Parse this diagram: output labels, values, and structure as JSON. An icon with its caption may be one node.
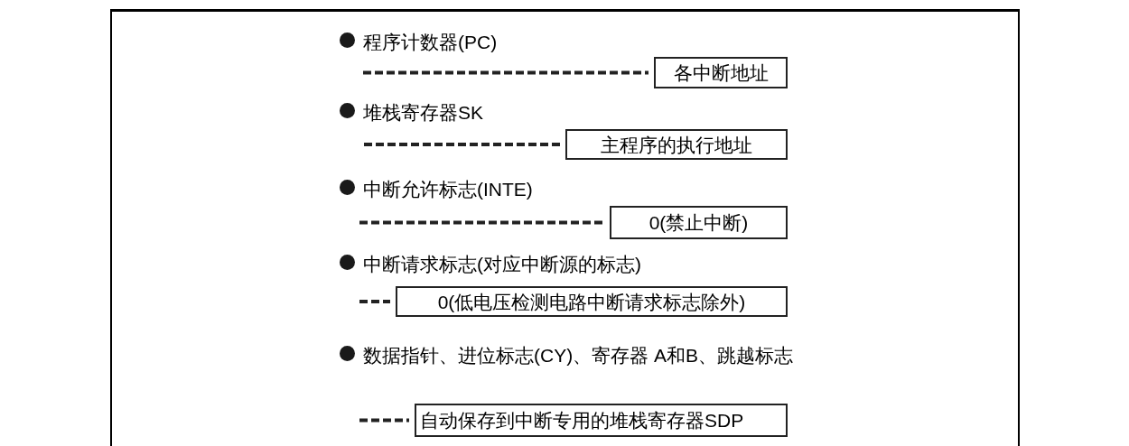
{
  "diagram": {
    "nodes": [
      {
        "text": [
          "各中断地址"
        ]
      },
      {
        "text": [
          "主程序的执行地址"
        ]
      },
      {
        "text": [
          "0(禁止中断)"
        ]
      },
      {
        "text": [
          "0(低电压检测电路中断请求标志除外)"
        ]
      },
      {
        "text": [
          "自动保存到中断专用的堆栈寄存器SDP"
        ]
      }
    ],
    "edges": [
      {
        "from": null,
        "to": 0,
        "arrow": "none",
        "style": "dashed"
      },
      {
        "from": null,
        "to": 1,
        "arrow": "none",
        "style": "dashed"
      },
      {
        "from": null,
        "to": 2,
        "arrow": "none",
        "style": "dashed"
      },
      {
        "from": null,
        "to": 3,
        "arrow": "none",
        "style": "dashed"
      },
      {
        "from": null,
        "to": 4,
        "arrow": "none",
        "style": "dashed"
      }
    ],
    "labels": [
      "程序计数器(PC)",
      "堆栈寄存器SK",
      "中断允许标志(INTE)",
      "中断请求标志(对应中断源的标志)",
      "数据指针、进位标志(CY)、寄存器 A和B、跳越标志"
    ]
  }
}
